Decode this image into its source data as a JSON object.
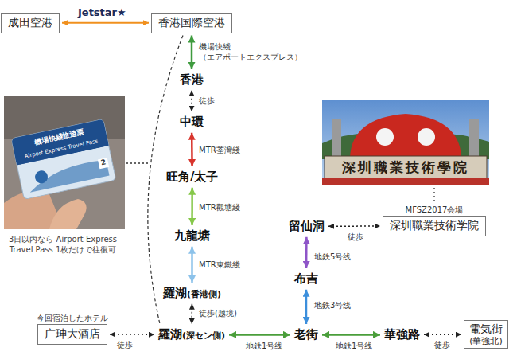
{
  "diagram": {
    "nodes": [
      {
        "text": [
          "成田空港"
        ]
      },
      {
        "text": [
          "香港国際空港"
        ]
      },
      {
        "text": [
          "香港"
        ]
      },
      {
        "text": [
          "中環"
        ]
      },
      {
        "text": [
          "旺角/太子"
        ]
      },
      {
        "text": [
          "九龍塘"
        ]
      },
      {
        "text": [
          "羅湖",
          "(香港側)"
        ]
      },
      {
        "text": [
          "今回宿泊したホテル",
          "广珅大酒店"
        ]
      },
      {
        "text": [
          "羅湖",
          "(深セン側)"
        ]
      },
      {
        "text": [
          "老街"
        ]
      },
      {
        "text": [
          "華強路"
        ]
      },
      {
        "text": [
          "電気街",
          "(華強北)"
        ]
      },
      {
        "text": [
          "布吉"
        ]
      },
      {
        "text": [
          "留仙洞"
        ]
      },
      {
        "text": [
          "MFSZ2017会場",
          "深圳職業技術学院"
        ]
      }
    ],
    "edges": [
      {
        "from": 0,
        "to": 1,
        "arrow": "both",
        "label": "Jetstar★"
      },
      {
        "from": 1,
        "to": 2,
        "arrow": "both",
        "label": "機場快綫 （エアポートエクスプレス）"
      },
      {
        "from": 2,
        "to": 3,
        "arrow": "both",
        "label": "徒歩"
      },
      {
        "from": 3,
        "to": 4,
        "arrow": "both",
        "label": "MTR荃灣綫"
      },
      {
        "from": 4,
        "to": 5,
        "arrow": "both",
        "label": "MTR觀塘綫"
      },
      {
        "from": 5,
        "to": 6,
        "arrow": "both",
        "label": "MTR東鐵綫"
      },
      {
        "from": 6,
        "to": 8,
        "arrow": "both",
        "label": "徒歩(越境)"
      },
      {
        "from": 7,
        "to": 8,
        "arrow": "both",
        "label": "徒歩"
      },
      {
        "from": 8,
        "to": 9,
        "arrow": "both",
        "label": "地鉄1号线"
      },
      {
        "from": 9,
        "to": 10,
        "arrow": "both",
        "label": "地鉄1号线"
      },
      {
        "from": 10,
        "to": 11,
        "arrow": "both",
        "label": "徒歩"
      },
      {
        "from": 9,
        "to": 12,
        "arrow": "both",
        "label": "地鉄3号线"
      },
      {
        "from": 12,
        "to": 13,
        "arrow": "both",
        "label": "地鉄5号线"
      },
      {
        "from": 13,
        "to": 14,
        "arrow": "both",
        "label": "徒歩"
      },
      {
        "from": 1,
        "to": 8,
        "arrow": "none"
      }
    ],
    "labels": [
      "3日以内なら Airport Express Travel Pass 1枚だけで往復可",
      "機場快綫旅遊票",
      "Airport Express Travel Pass",
      "2",
      "深圳職業技術學院"
    ]
  }
}
